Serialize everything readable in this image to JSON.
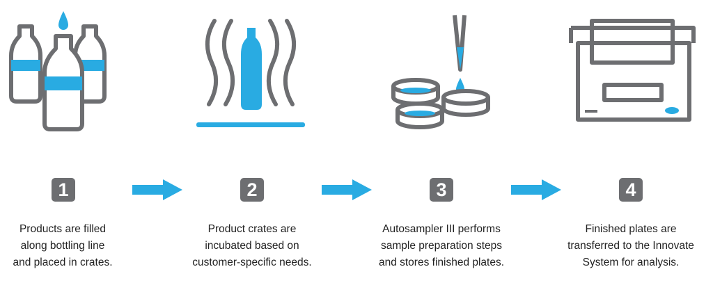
{
  "colors": {
    "gray": "#6d6e71",
    "blue": "#29abe2"
  },
  "steps": [
    {
      "number": "1",
      "icon": "bottles-icon",
      "lines": [
        "Products are filled",
        "along bottling line",
        "and placed in crates."
      ]
    },
    {
      "number": "2",
      "icon": "incubation-icon",
      "lines": [
        "Product crates are",
        "incubated based on",
        "customer-specific needs."
      ]
    },
    {
      "number": "3",
      "icon": "sample-plates-pipette-icon",
      "lines": [
        "Autosampler III performs",
        "sample preparation steps",
        "and stores finished plates."
      ]
    },
    {
      "number": "4",
      "icon": "analyzer-instrument-icon",
      "lines": [
        "Finished plates are",
        "transferred to the Innovate",
        "System for analysis."
      ]
    }
  ],
  "arrows": [
    "arrow-right-icon",
    "arrow-right-icon",
    "arrow-right-icon"
  ]
}
